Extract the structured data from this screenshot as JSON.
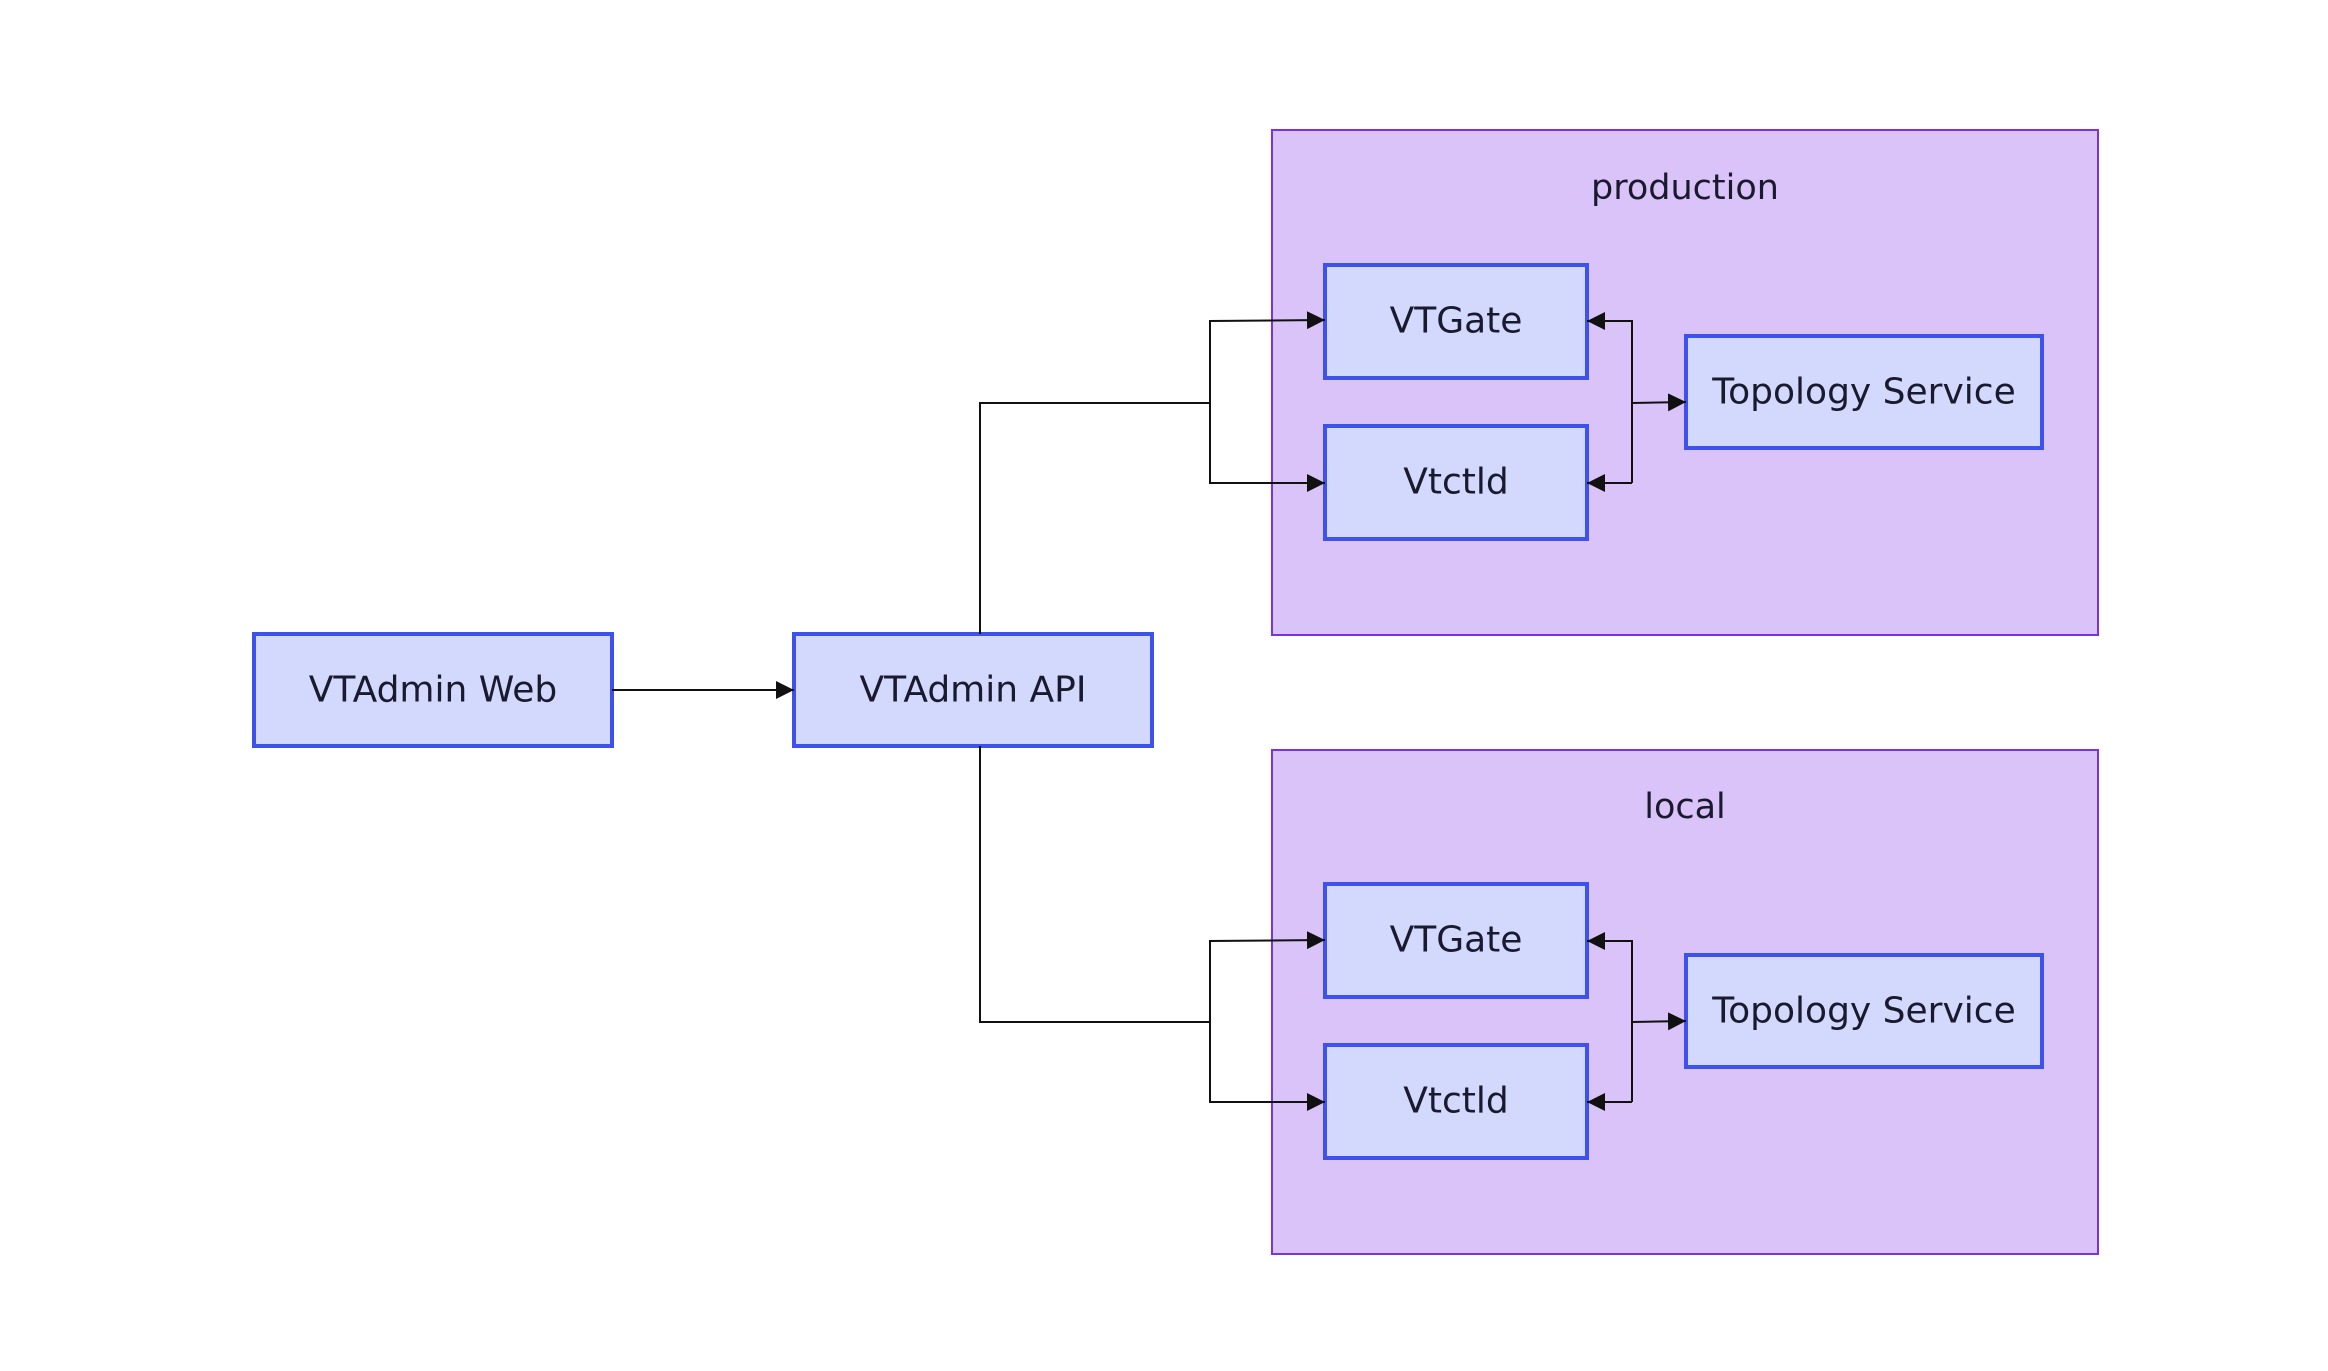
{
  "nodes": {
    "vtadmin_web": "VTAdmin Web",
    "vtadmin_api": "VTAdmin API"
  },
  "clusters": [
    {
      "label": "production",
      "vtgate": "VTGate",
      "vtctld": "Vtctld",
      "topology": "Topology Service"
    },
    {
      "label": "local",
      "vtgate": "VTGate",
      "vtctld": "Vtctld",
      "topology": "Topology Service"
    }
  ],
  "colors": {
    "cluster_fill": "#d9c3f8",
    "cluster_border": "#7b32e0",
    "node_fill": "#d3d8fd",
    "node_border": "#3d51ec",
    "edge": "#111111"
  }
}
